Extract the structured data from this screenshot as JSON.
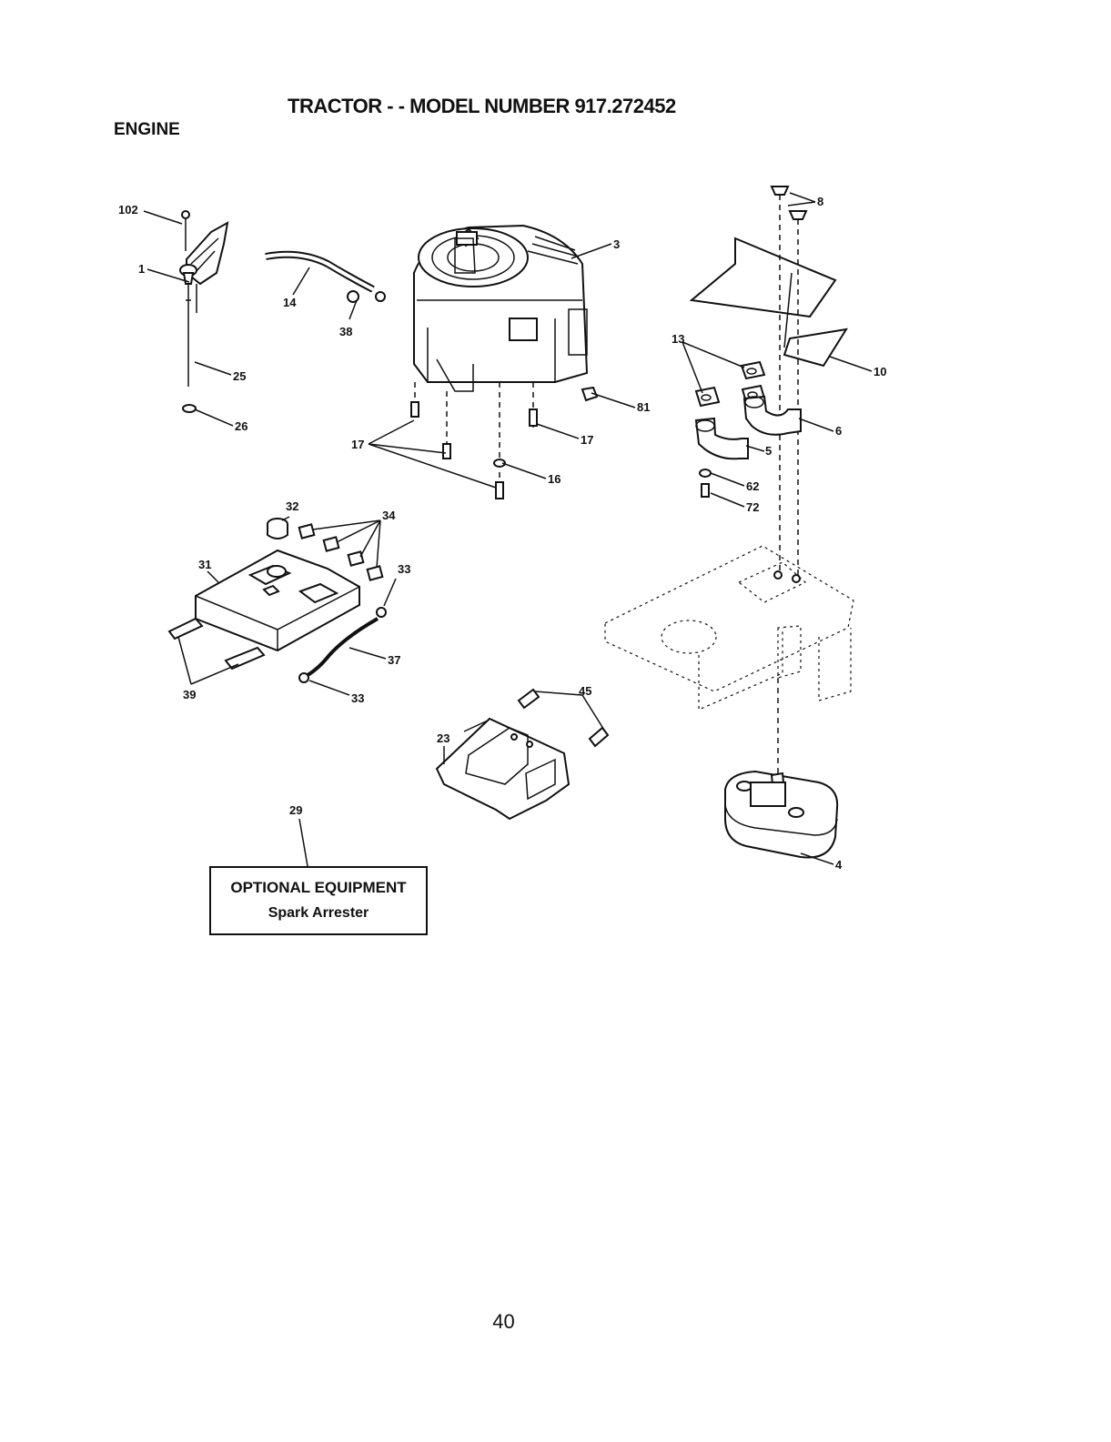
{
  "header": {
    "title": "TRACTOR - - MODEL NUMBER 917.272452",
    "section": "ENGINE"
  },
  "callouts": {
    "c102": "102",
    "c1": "1",
    "c14": "14",
    "c38": "38",
    "c3": "3",
    "c8": "8",
    "c25": "25",
    "c26": "26",
    "c13": "13",
    "c10": "10",
    "c81": "81",
    "c6": "6",
    "c17a": "17",
    "c17b": "17",
    "c5": "5",
    "c16": "16",
    "c62": "62",
    "c72": "72",
    "c32": "32",
    "c34": "34",
    "c31": "31",
    "c33a": "33",
    "c37": "37",
    "c39": "39",
    "c33b": "33",
    "c45": "45",
    "c23": "23",
    "c29": "29",
    "c4": "4"
  },
  "optional_box": {
    "title": "OPTIONAL EQUIPMENT",
    "item": "Spark Arrester"
  },
  "footer": {
    "page_number": "40"
  }
}
